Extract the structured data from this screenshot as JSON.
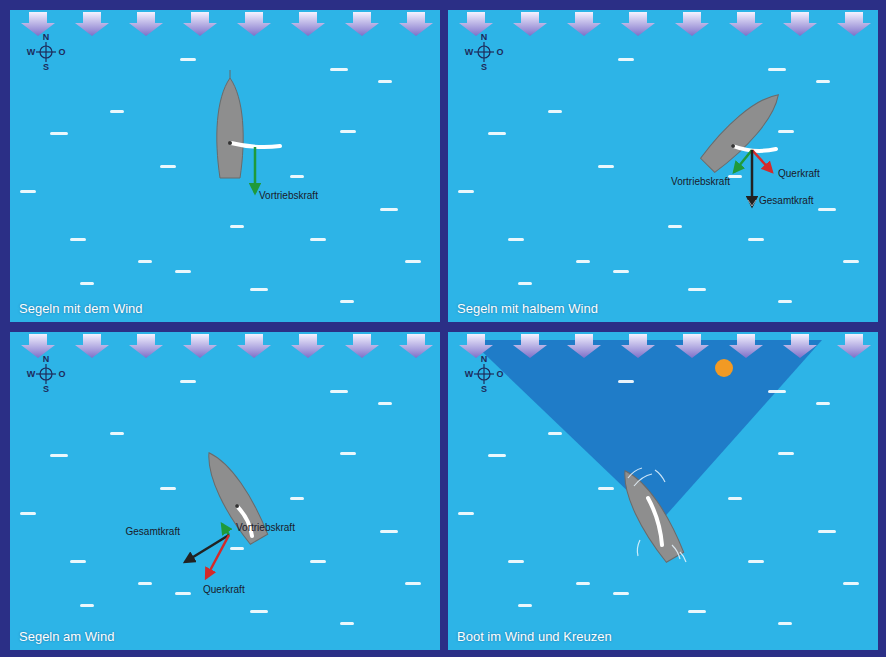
{
  "diagram": {
    "nodes": [
      {
        "text": [
          "Segeln mit dem Wind"
        ]
      },
      {
        "text": [
          "Segeln mit halbem Wind"
        ]
      },
      {
        "text": [
          "Segeln am Wind"
        ]
      },
      {
        "text": [
          "Boot im Wind und Kreuzen"
        ]
      }
    ],
    "labels": [
      "N",
      "W",
      "O",
      "S",
      "Vortriebskraft",
      "N",
      "W",
      "O",
      "S",
      "Querkraft",
      "Vortriebskraft",
      "Gesamtkraft",
      "N",
      "W",
      "O",
      "S",
      "Vortriebskraft",
      "Gesamtkraft",
      "Querkraft",
      "N",
      "W",
      "O",
      "S"
    ]
  }
}
